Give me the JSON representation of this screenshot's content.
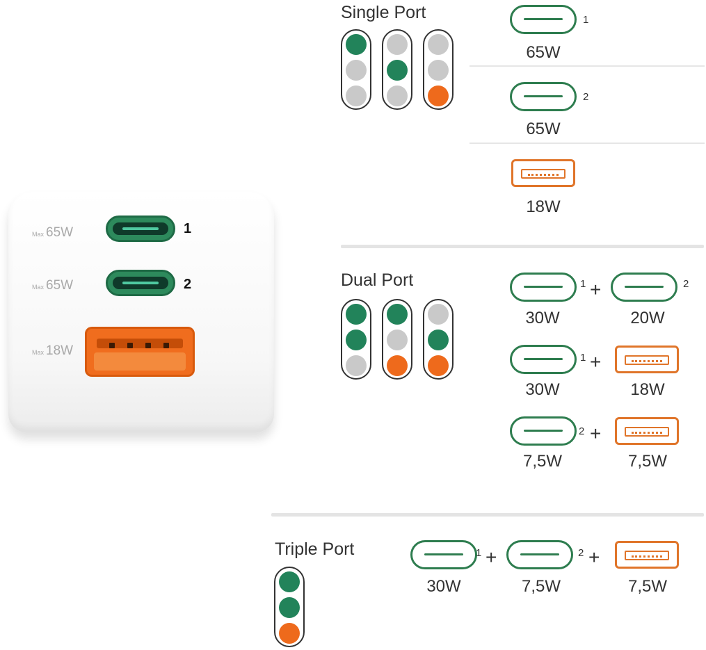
{
  "charger": {
    "ports": [
      {
        "max_small": "Max",
        "max_value": "65W",
        "number": "1",
        "type": "usb-c"
      },
      {
        "max_small": "Max",
        "max_value": "65W",
        "number": "2",
        "type": "usb-c"
      },
      {
        "max_small": "Max",
        "max_value": "18W",
        "type": "usb-a"
      }
    ]
  },
  "colors": {
    "green": "#2e7d4f",
    "orange": "#e0752a",
    "grey": "#c8c8c8"
  },
  "single_port": {
    "heading": "Single Port",
    "leds": [
      [
        "green",
        "grey",
        "grey"
      ],
      [
        "grey",
        "green",
        "grey"
      ],
      [
        "grey",
        "grey",
        "orange"
      ]
    ],
    "rows": [
      {
        "port": "usb-c",
        "index": "1",
        "watt": "65W"
      },
      {
        "port": "usb-c",
        "index": "2",
        "watt": "65W"
      },
      {
        "port": "usb-a",
        "watt": "18W"
      }
    ]
  },
  "dual_port": {
    "heading": "Dual Port",
    "leds": [
      [
        "green",
        "green",
        "grey"
      ],
      [
        "green",
        "grey",
        "orange"
      ],
      [
        "grey",
        "green",
        "orange"
      ]
    ],
    "rows": [
      {
        "left": {
          "port": "usb-c",
          "index": "1",
          "watt": "30W"
        },
        "plus": "+",
        "right": {
          "port": "usb-c",
          "index": "2",
          "watt": "20W"
        }
      },
      {
        "left": {
          "port": "usb-c",
          "index": "1",
          "watt": "30W"
        },
        "plus": "+",
        "right": {
          "port": "usb-a",
          "watt": "18W"
        }
      },
      {
        "left": {
          "port": "usb-c",
          "index": "2",
          "watt": "7,5W"
        },
        "plus": "+",
        "right": {
          "port": "usb-a",
          "watt": "7,5W"
        }
      }
    ]
  },
  "triple_port": {
    "heading": "Triple Port",
    "leds": [
      [
        "green",
        "green",
        "orange"
      ]
    ],
    "items": [
      {
        "port": "usb-c",
        "index": "1",
        "watt": "30W"
      },
      {
        "port": "usb-c",
        "index": "2",
        "watt": "7,5W"
      },
      {
        "port": "usb-a",
        "watt": "7,5W"
      }
    ],
    "plus": "+"
  }
}
